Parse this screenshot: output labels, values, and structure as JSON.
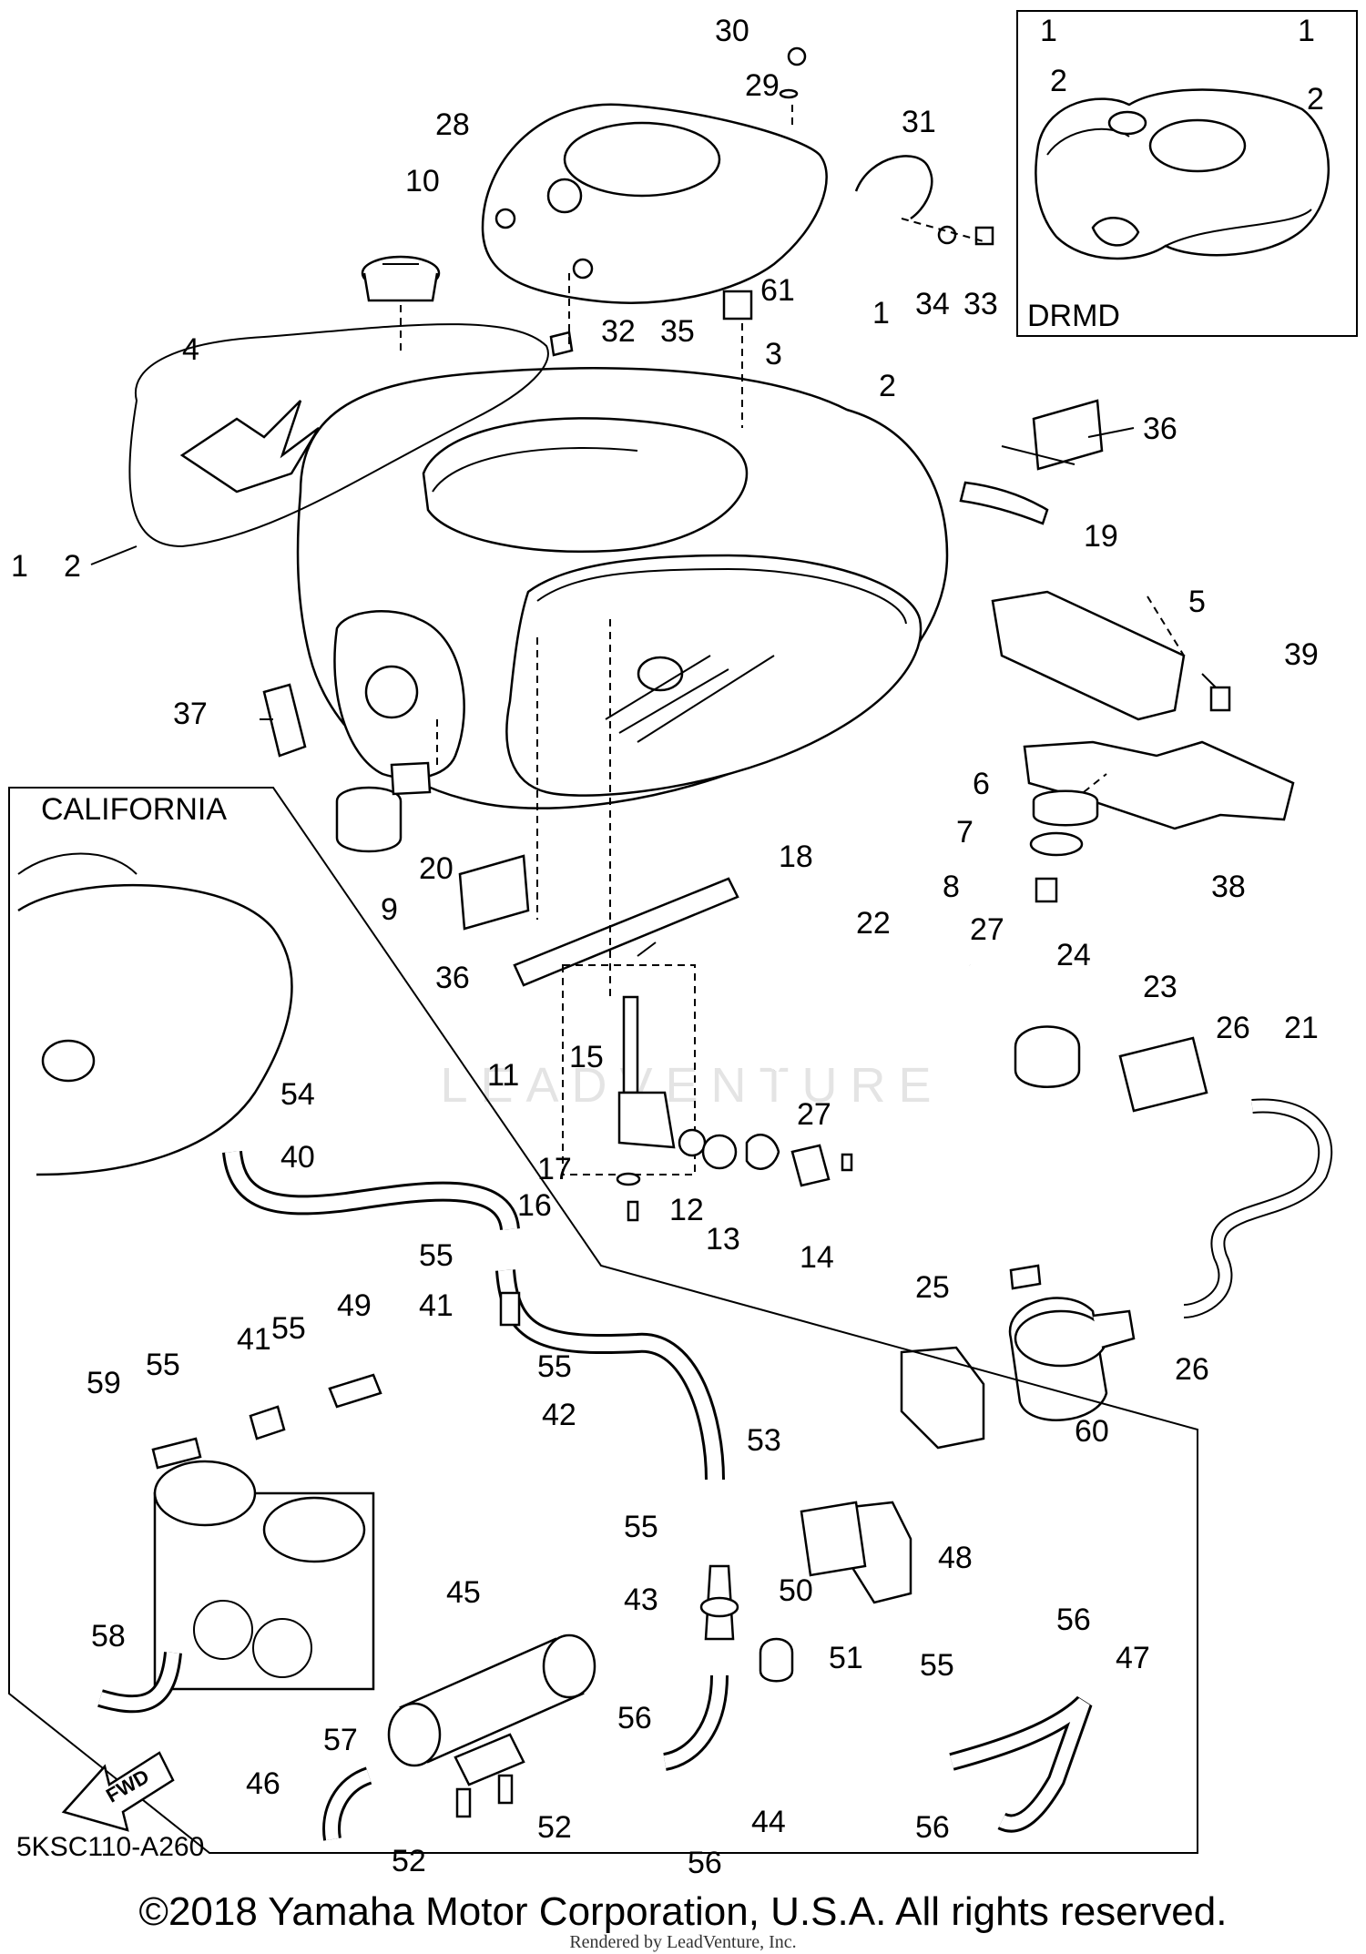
{
  "callouts": [
    "1",
    "2",
    "3",
    "4",
    "5",
    "6",
    "7",
    "8",
    "9",
    "10",
    "11",
    "12",
    "13",
    "14",
    "15",
    "16",
    "17",
    "18",
    "19",
    "20",
    "21",
    "22",
    "23",
    "24",
    "25",
    "26",
    "27",
    "28",
    "29",
    "30",
    "31",
    "32",
    "33",
    "34",
    "35",
    "36",
    "37",
    "38",
    "39",
    "40",
    "41",
    "42",
    "43",
    "44",
    "45",
    "46",
    "47",
    "48",
    "49",
    "50",
    "51",
    "52",
    "53",
    "54",
    "55",
    "56",
    "57",
    "58",
    "59",
    "60",
    "61"
  ],
  "labels": {
    "drmd": "DRMD",
    "california": "CALIFORNIA",
    "fwd": "FWD",
    "drawing_code": "5KSC110-A260",
    "watermark": "LEADVENTURE"
  },
  "footer": {
    "copyright": "©2018 Yamaha Motor Corporation, U.S.A. All rights reserved.",
    "rendered": "Rendered by LeadVenture, Inc."
  }
}
